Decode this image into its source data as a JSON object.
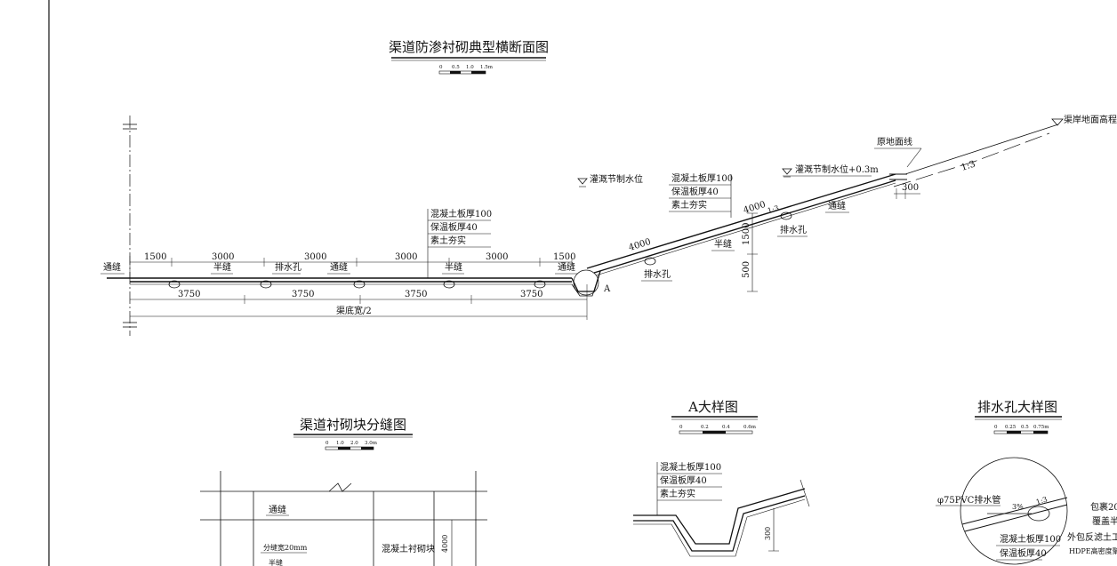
{
  "drawing": {
    "main_title": "渠道防渗衬砌典型横断面图",
    "main_scale": [
      "0",
      "0.5",
      "1.0",
      "1.5m"
    ],
    "labels": {
      "irrigation_level": "灌溉节制水位",
      "irrigation_level_plus": "灌溉节制水位+0.3m",
      "bank_ground": "渠岸地面高程",
      "original_ground": "原地面线",
      "slope_ratio": "1:3",
      "slope_ratio_small": "1:3",
      "detail_a_marker": "A",
      "channel_half_width": "渠底宽/2"
    },
    "layers_bottom": [
      "混凝土板厚100",
      "保温板厚40",
      "素土夯实"
    ],
    "layers_slope": [
      "混凝土板厚100",
      "保温板厚40",
      "素土夯实"
    ],
    "joint_labels": {
      "left_through": "通缝",
      "half1": "半缝",
      "drain1": "排水孔",
      "through2": "通缝",
      "half2": "半缝",
      "through3": "通缝",
      "slope_drain": "排水孔",
      "slope_half": "半缝",
      "upper_drain": "排水孔",
      "upper_through": "通缝"
    },
    "top_dims": [
      "1500",
      "3000",
      "3000",
      "3000",
      "3000",
      "1500"
    ],
    "bottom_dims": [
      "3750",
      "3750",
      "3750",
      "3750"
    ],
    "slope_dims": {
      "lower": "4000",
      "upper": "4000",
      "right_offset": "300",
      "v1": "1500",
      "v2": "500"
    },
    "joint_plan": {
      "title": "渠道衬砌块分缝图",
      "scale": [
        "0",
        "1.0",
        "2.0",
        "3.0m"
      ],
      "through": "通缝",
      "gap_width": "分缝宽20mm",
      "half": "半缝",
      "block": "混凝土衬砌块",
      "dim": "4000"
    },
    "detail_a": {
      "title": "A大样图",
      "scale": [
        "0",
        "0.2",
        "0.4",
        "0.6m"
      ],
      "layers": [
        "混凝土板厚100",
        "保温板厚40",
        "素土夯实"
      ],
      "dim": "300"
    },
    "drain_detail": {
      "title": "排水孔大样图",
      "scale": [
        "0",
        "0.25",
        "0.5",
        "0.75m"
      ],
      "pipe": "φ75PVC排水管",
      "slope_pct": "3%",
      "ratio": "1:3",
      "layers": [
        "混凝土板厚100",
        "保温板厚40"
      ],
      "wrap": "包裹20",
      "cover": "覆盖半",
      "geotextile": "外包反滤土工",
      "hdpe": "HDPE高密度聚"
    }
  }
}
